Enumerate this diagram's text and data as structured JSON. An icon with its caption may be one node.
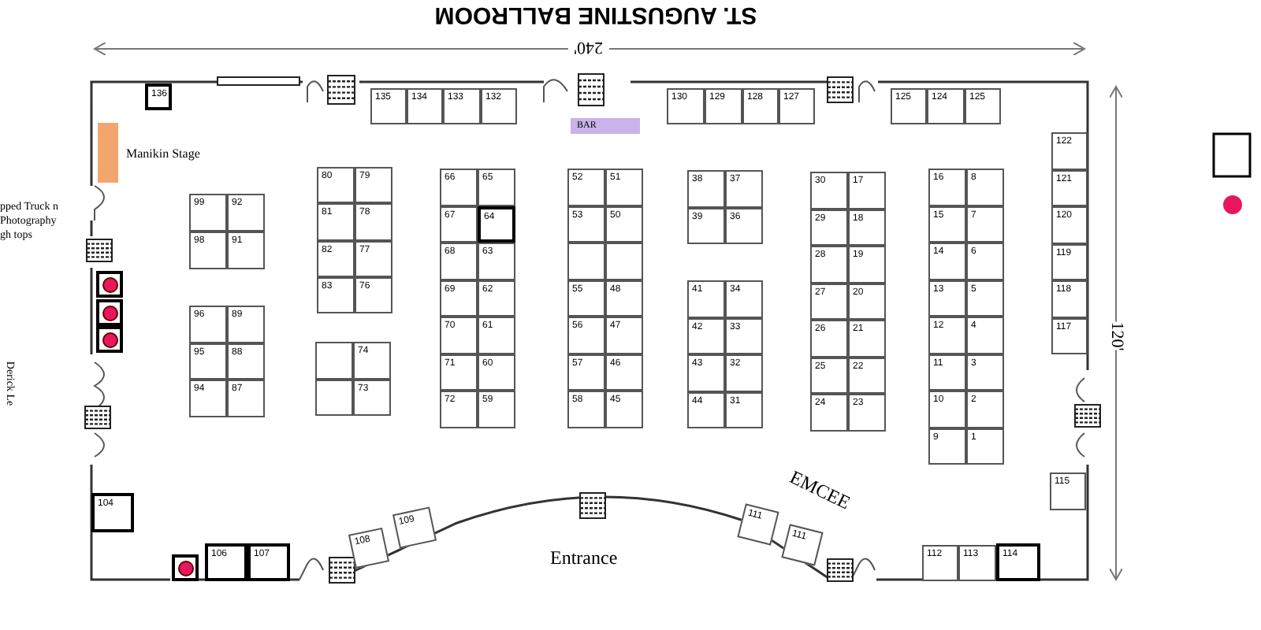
{
  "diagram": {
    "title": "ST. AUGUSTINE BALLROOM",
    "nodes": [
      {
        "text": [
          "136"
        ]
      },
      {
        "text": [],
        "shape": "bar",
        "beside": [
          "Manikin Stage"
        ]
      },
      {
        "text": [
          "135"
        ]
      },
      {
        "text": [
          "134"
        ]
      },
      {
        "text": [
          "133"
        ]
      },
      {
        "text": [
          "132"
        ]
      },
      {
        "text": [
          "BAR"
        ]
      },
      {
        "text": [
          "130"
        ]
      },
      {
        "text": [
          "129"
        ]
      },
      {
        "text": [
          "128"
        ]
      },
      {
        "text": [
          "127"
        ]
      },
      {
        "text": [
          "125"
        ]
      },
      {
        "text": [
          "124"
        ]
      },
      {
        "text": [
          "125"
        ]
      },
      {
        "text": [
          "122"
        ]
      },
      {
        "text": [
          "121"
        ]
      },
      {
        "text": [
          "120"
        ]
      },
      {
        "text": [
          "119"
        ]
      },
      {
        "text": [
          "118"
        ]
      },
      {
        "text": [
          "117"
        ]
      },
      {
        "text": [
          "99"
        ]
      },
      {
        "text": [
          "92"
        ]
      },
      {
        "text": [
          "98"
        ]
      },
      {
        "text": [
          "91"
        ]
      },
      {
        "text": [
          "96"
        ]
      },
      {
        "text": [
          "89"
        ]
      },
      {
        "text": [
          "95"
        ]
      },
      {
        "text": [
          "88"
        ]
      },
      {
        "text": [
          "94"
        ]
      },
      {
        "text": [
          "87"
        ]
      },
      {
        "text": [
          "80"
        ]
      },
      {
        "text": [
          "79"
        ]
      },
      {
        "text": [
          "81"
        ]
      },
      {
        "text": [
          "78"
        ]
      },
      {
        "text": [
          "82"
        ]
      },
      {
        "text": [
          "77"
        ]
      },
      {
        "text": [
          "83"
        ]
      },
      {
        "text": [
          "76"
        ]
      },
      {
        "text": [],
        "shape": "box"
      },
      {
        "text": [
          "74"
        ]
      },
      {
        "text": [],
        "shape": "box"
      },
      {
        "text": [
          "73"
        ]
      },
      {
        "text": [
          "66"
        ]
      },
      {
        "text": [
          "65"
        ]
      },
      {
        "text": [
          "67"
        ]
      },
      {
        "text": [
          "64"
        ]
      },
      {
        "text": [
          "68"
        ]
      },
      {
        "text": [
          "63"
        ]
      },
      {
        "text": [
          "69"
        ]
      },
      {
        "text": [
          "62"
        ]
      },
      {
        "text": [
          "70"
        ]
      },
      {
        "text": [
          "61"
        ]
      },
      {
        "text": [
          "71"
        ]
      },
      {
        "text": [
          "60"
        ]
      },
      {
        "text": [
          "72"
        ]
      },
      {
        "text": [
          "59"
        ]
      },
      {
        "text": [
          "52"
        ]
      },
      {
        "text": [
          "51"
        ]
      },
      {
        "text": [
          "53"
        ]
      },
      {
        "text": [
          "50"
        ]
      },
      {
        "text": [],
        "shape": "box"
      },
      {
        "text": [],
        "shape": "box"
      },
      {
        "text": [
          "55"
        ]
      },
      {
        "text": [
          "48"
        ]
      },
      {
        "text": [
          "56"
        ]
      },
      {
        "text": [
          "47"
        ]
      },
      {
        "text": [
          "57"
        ]
      },
      {
        "text": [
          "46"
        ]
      },
      {
        "text": [
          "58"
        ]
      },
      {
        "text": [
          "45"
        ]
      },
      {
        "text": [
          "38"
        ]
      },
      {
        "text": [
          "37"
        ]
      },
      {
        "text": [
          "39"
        ]
      },
      {
        "text": [
          "36"
        ]
      },
      {
        "text": [
          "41"
        ]
      },
      {
        "text": [
          "34"
        ]
      },
      {
        "text": [
          "42"
        ]
      },
      {
        "text": [
          "33"
        ]
      },
      {
        "text": [
          "43"
        ]
      },
      {
        "text": [
          "32"
        ]
      },
      {
        "text": [
          "44"
        ]
      },
      {
        "text": [
          "31"
        ]
      },
      {
        "text": [
          "30"
        ]
      },
      {
        "text": [
          "17"
        ]
      },
      {
        "text": [
          "29"
        ]
      },
      {
        "text": [
          "18"
        ]
      },
      {
        "text": [
          "28"
        ]
      },
      {
        "text": [
          "19"
        ]
      },
      {
        "text": [
          "27"
        ]
      },
      {
        "text": [
          "20"
        ]
      },
      {
        "text": [
          "26"
        ]
      },
      {
        "text": [
          "21"
        ]
      },
      {
        "text": [
          "25"
        ]
      },
      {
        "text": [
          "22"
        ]
      },
      {
        "text": [
          "24"
        ]
      },
      {
        "text": [
          "23"
        ]
      },
      {
        "text": [
          "16"
        ]
      },
      {
        "text": [
          "8"
        ]
      },
      {
        "text": [
          "15"
        ]
      },
      {
        "text": [
          "7"
        ]
      },
      {
        "text": [
          "14"
        ]
      },
      {
        "text": [
          "6"
        ]
      },
      {
        "text": [
          "13"
        ]
      },
      {
        "text": [
          "5"
        ]
      },
      {
        "text": [
          "12"
        ]
      },
      {
        "text": [
          "4"
        ]
      },
      {
        "text": [
          "11"
        ]
      },
      {
        "text": [
          "3"
        ]
      },
      {
        "text": [
          "10"
        ]
      },
      {
        "text": [
          "2"
        ]
      },
      {
        "text": [
          "9"
        ]
      },
      {
        "text": [
          "1"
        ]
      },
      {
        "text": [
          "115"
        ]
      },
      {
        "text": [
          "104"
        ]
      },
      {
        "text": [],
        "shape": "box"
      },
      {
        "text": [],
        "shape": "box"
      },
      {
        "text": [],
        "shape": "box"
      },
      {
        "text": [],
        "shape": "box"
      },
      {
        "text": [
          "106"
        ]
      },
      {
        "text": [
          "107"
        ]
      },
      {
        "text": [
          "108"
        ]
      },
      {
        "text": [
          "109"
        ]
      },
      {
        "text": [
          "111"
        ]
      },
      {
        "text": [
          "111"
        ]
      },
      {
        "text": [
          "112"
        ]
      },
      {
        "text": [
          "113"
        ]
      },
      {
        "text": [
          "114"
        ]
      }
    ],
    "labels": [
      "240'",
      "pped Truck n Photography gh tops",
      "Derick Le",
      "Entrance",
      "EMCEE",
      "120'"
    ]
  }
}
